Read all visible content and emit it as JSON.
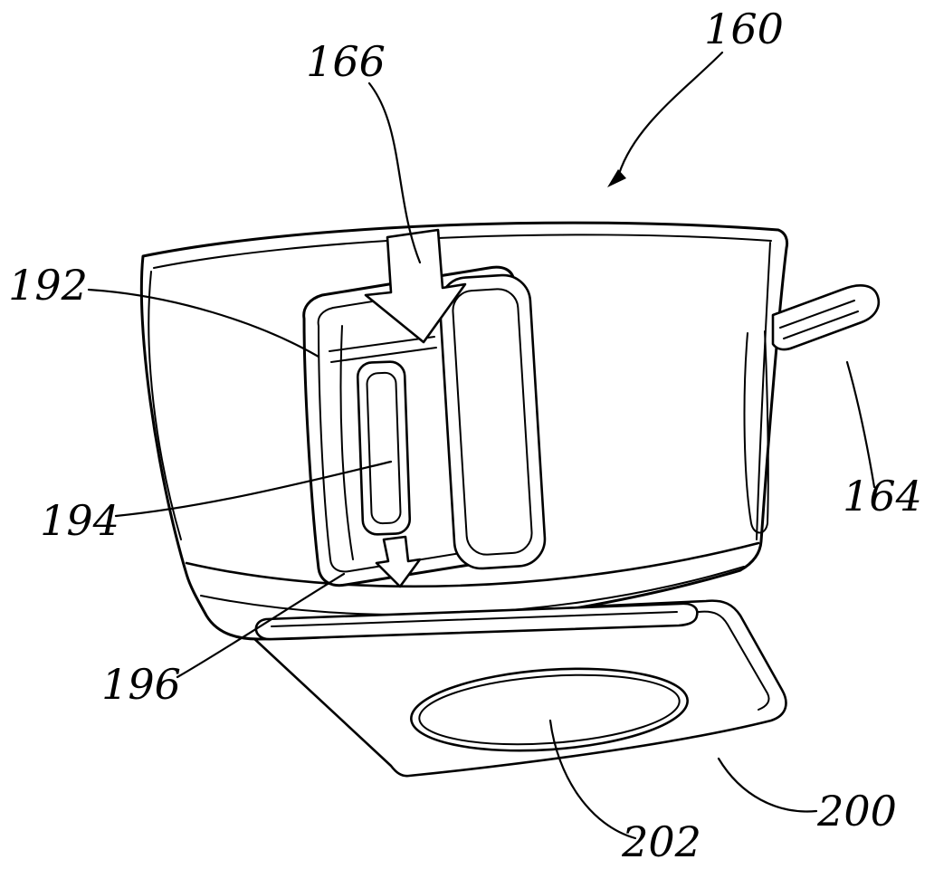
{
  "figure": {
    "kind": "patent-line-drawing",
    "background": "#ffffff",
    "ink_color": "#000000"
  },
  "labels": {
    "n160": {
      "text": "160"
    },
    "n164": {
      "text": "164"
    },
    "n166": {
      "text": "166"
    },
    "n192": {
      "text": "192"
    },
    "n194": {
      "text": "194"
    },
    "n196": {
      "text": "196"
    },
    "n200": {
      "text": "200"
    },
    "n202": {
      "text": "202"
    }
  }
}
